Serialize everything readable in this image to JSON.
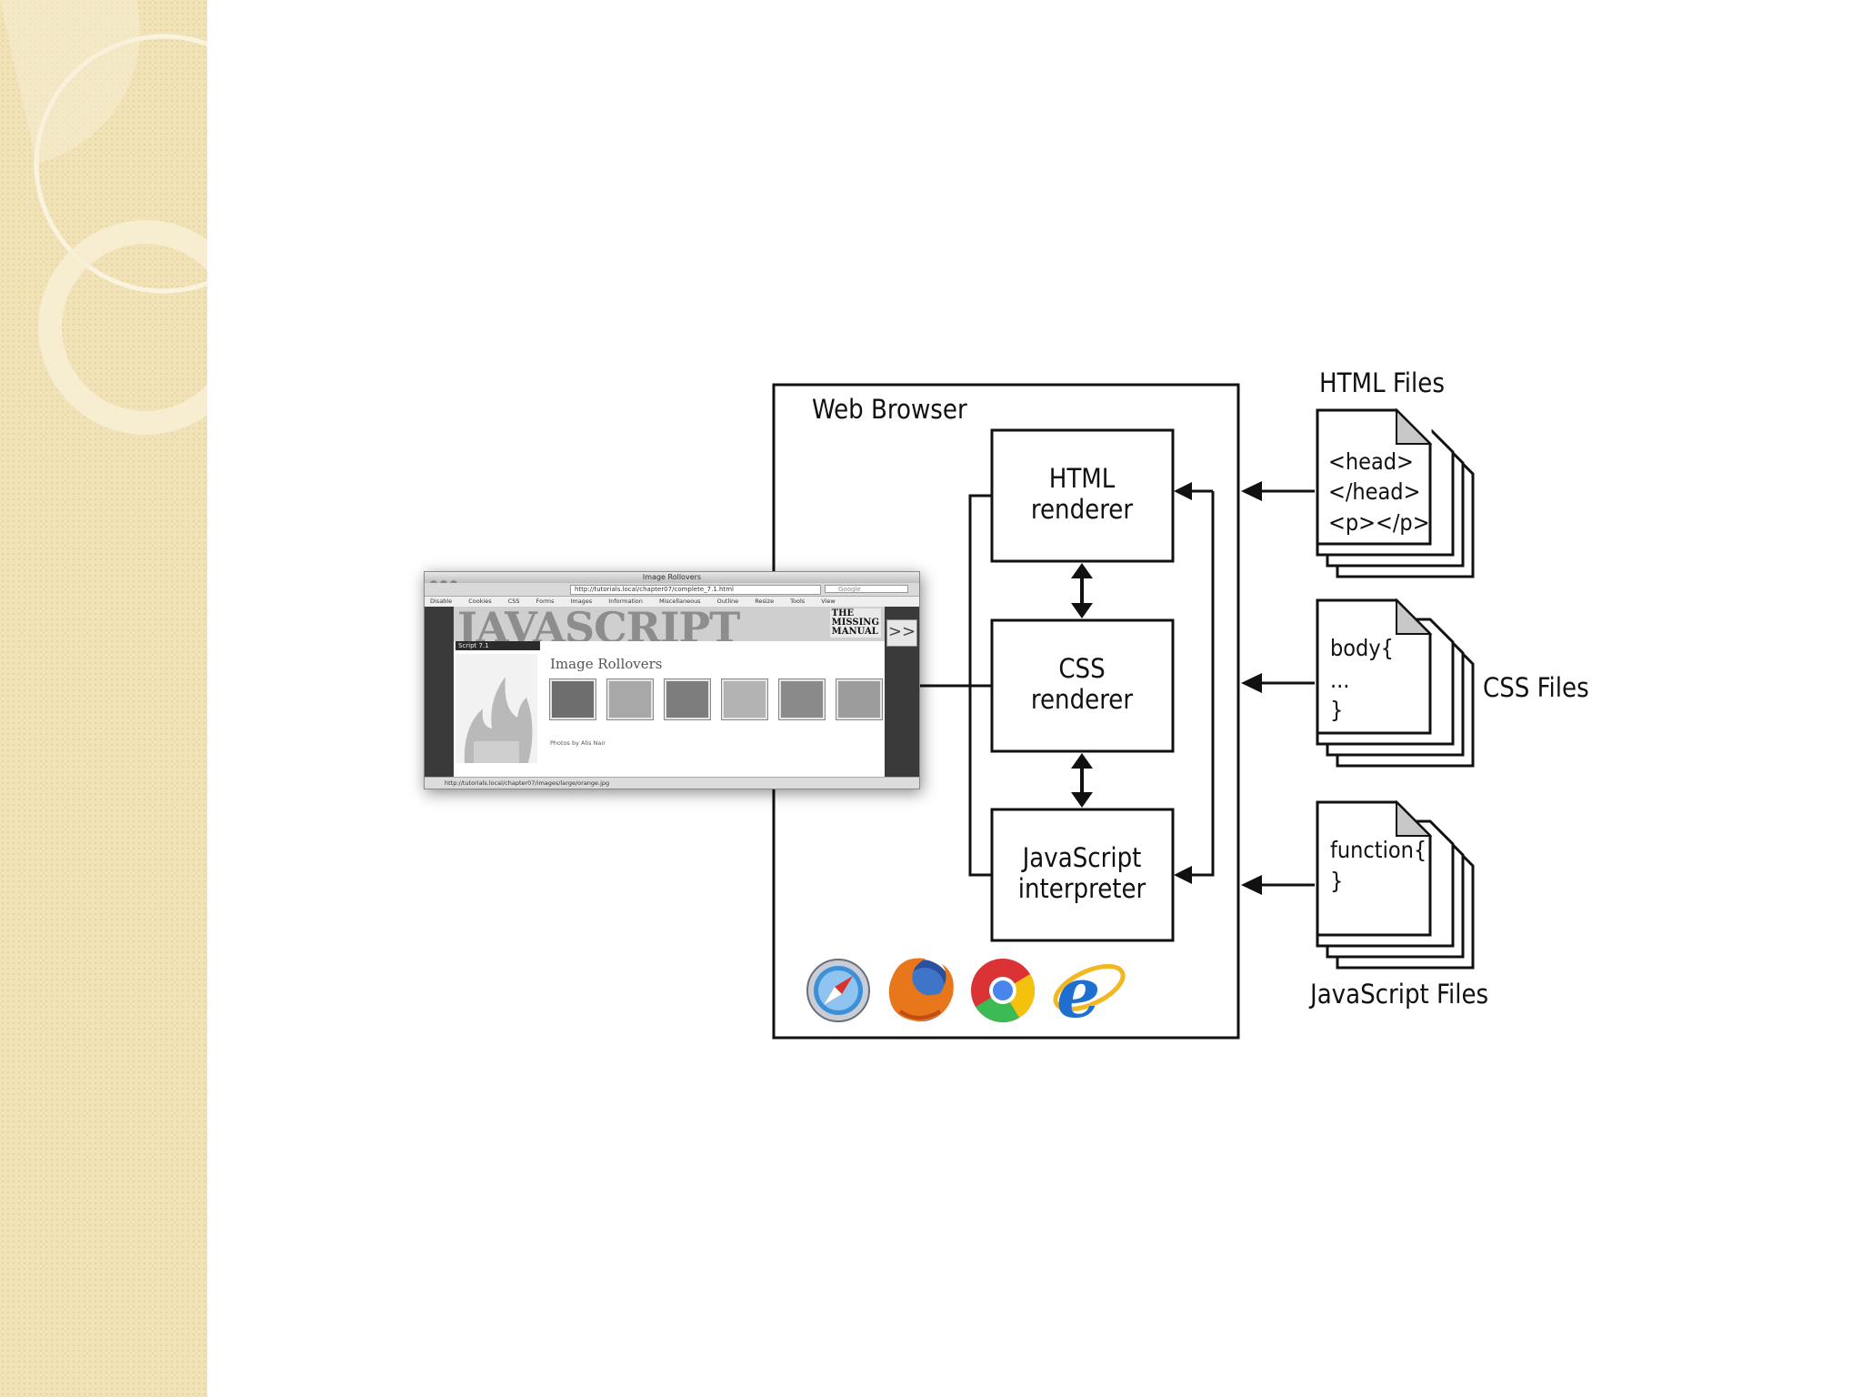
{
  "diagram": {
    "browser_label": "Web Browser",
    "html_renderer": [
      "HTML",
      "renderer"
    ],
    "css_renderer": [
      "CSS",
      "renderer"
    ],
    "js_interpreter": [
      "JavaScript",
      "interpreter"
    ],
    "html_files_label": "HTML Files",
    "css_files_label": "CSS Files",
    "js_files_label": "JavaScript Files",
    "html_file_lines": [
      "<head>",
      "</head>",
      "<p></p>"
    ],
    "css_file_lines": [
      "body{",
      "...",
      "}"
    ],
    "js_file_lines": [
      "function{",
      "}"
    ],
    "browser_icons": [
      "safari-icon",
      "firefox-icon",
      "chrome-icon",
      "internet-explorer-icon"
    ]
  },
  "screenshot": {
    "window_title": "Image Rollovers",
    "url": "http://tutorials.local/chapter07/complete_7.1.html",
    "search_placeholder": "Google",
    "bookmarks": [
      "Disable",
      "Cookies",
      "CSS",
      "Forms",
      "Images",
      "Information",
      "Miscellaneous",
      "Outline",
      "Resize",
      "Tools",
      "View"
    ],
    "banner_word": "JAVASCRIPT",
    "banner_tag": [
      "THE",
      "MISSING",
      "MANUAL"
    ],
    "nav_arrows": ">>",
    "script_tag": "Script 7.1",
    "heading": "Image Rollovers",
    "credit": "Photos by Alis Nair",
    "status_url": "http://tutorials.local/chapter07/images/large/orange.jpg"
  },
  "colors": {
    "sidebar": "#f1e2b7",
    "sidebar_ring": "#f8efd6",
    "line": "#111111",
    "background": "#ffffff"
  }
}
